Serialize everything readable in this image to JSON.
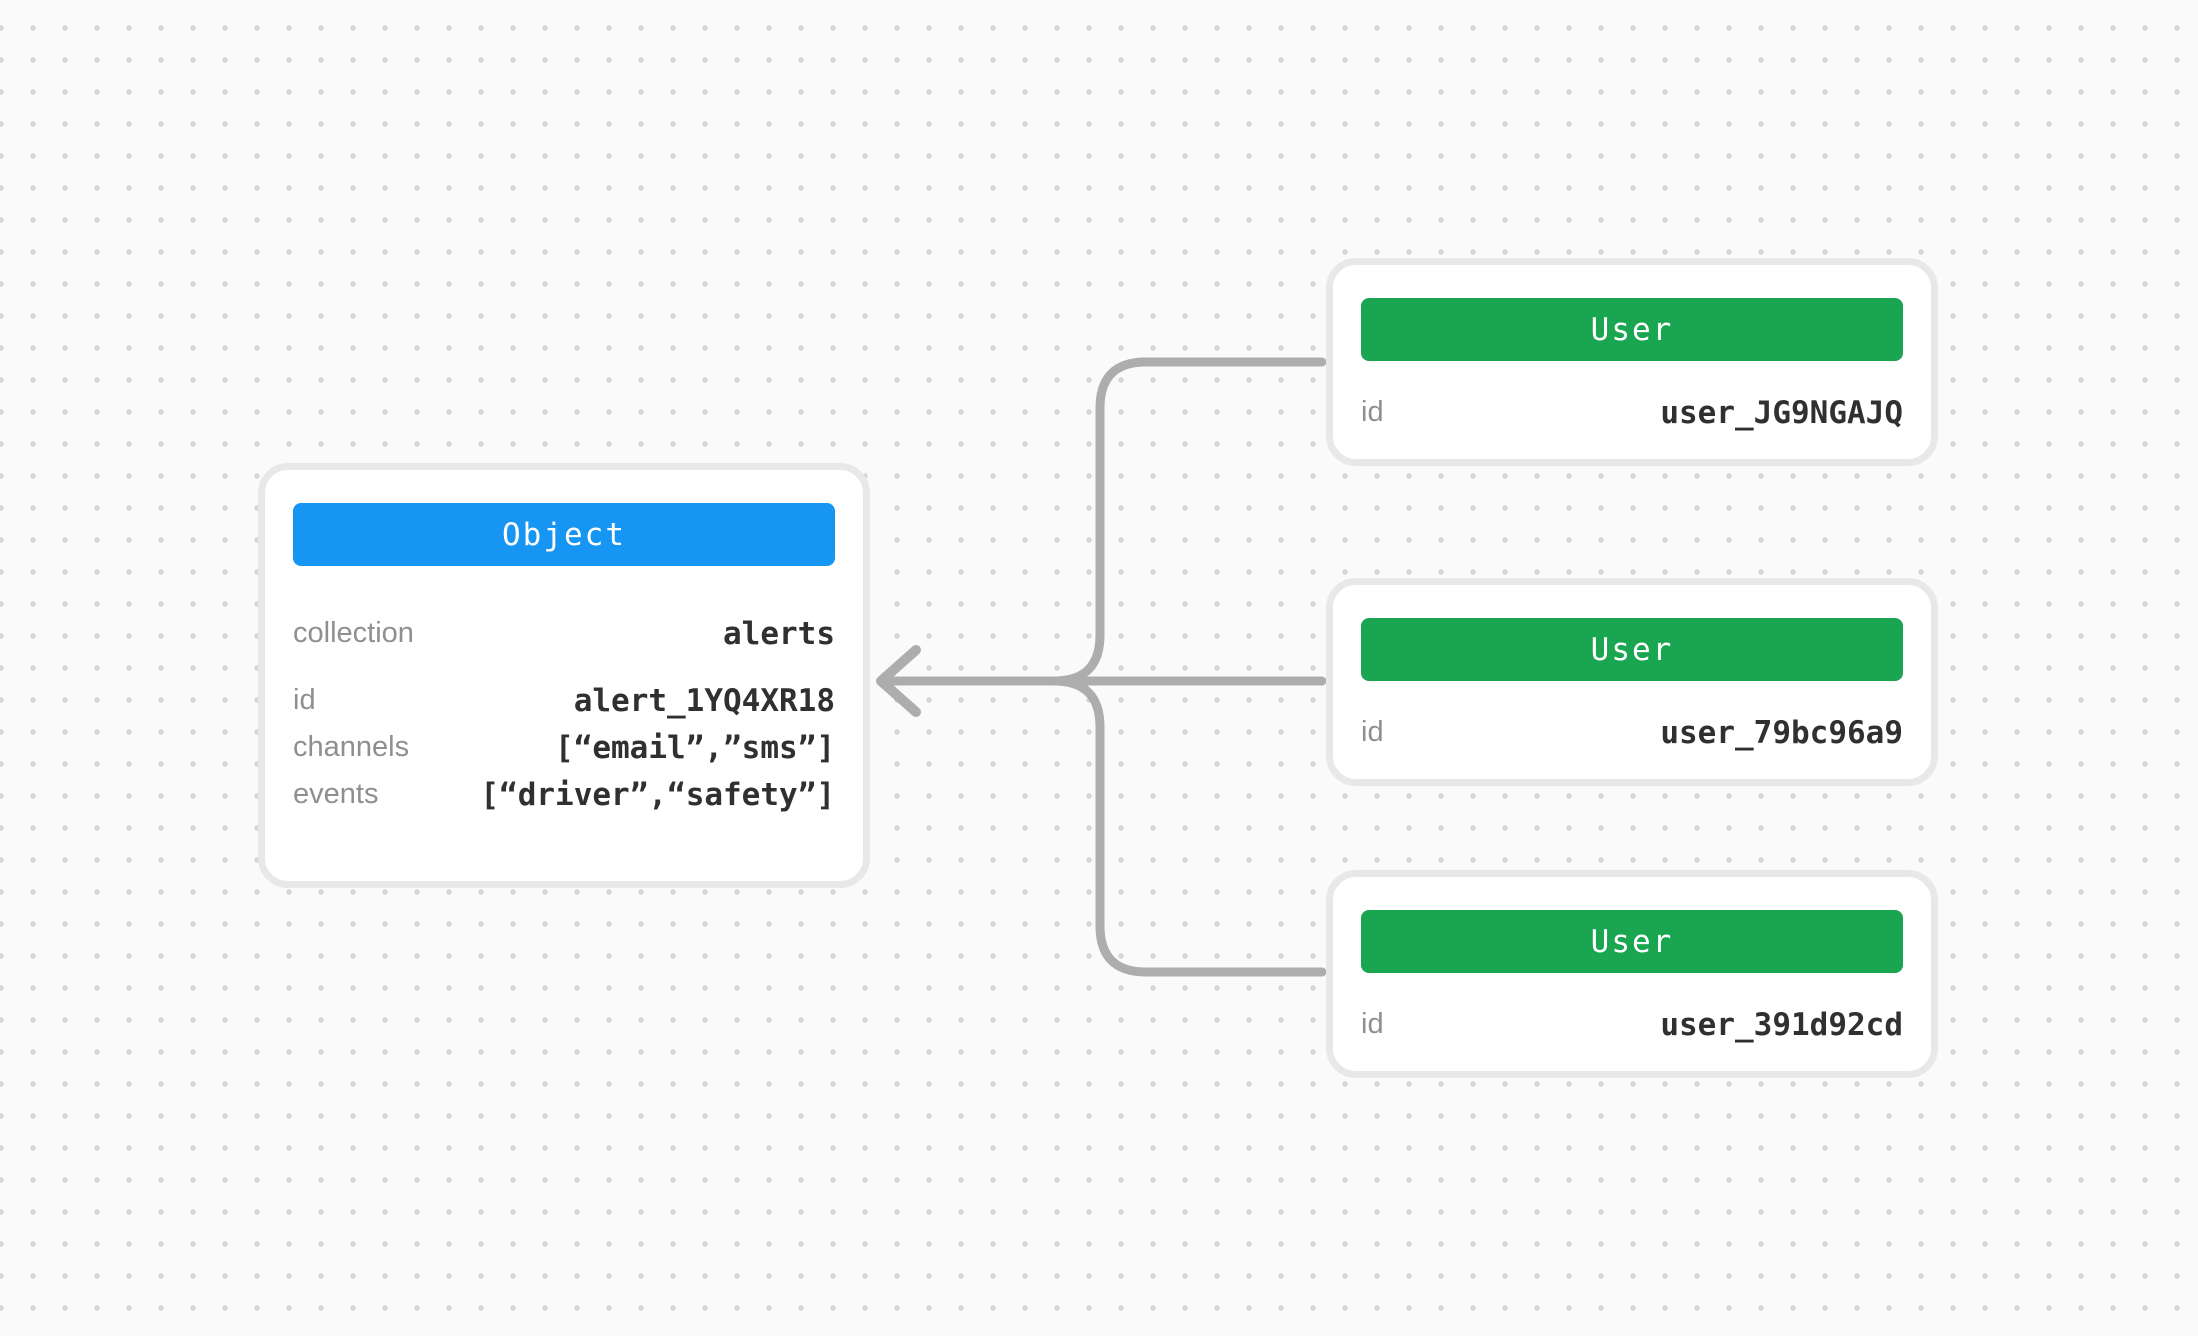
{
  "canvas": {
    "background": "#fafafa",
    "dot_color": "#d6d6d6"
  },
  "object_card": {
    "header": {
      "label": "Object",
      "color": "#1795f2"
    },
    "fields": [
      {
        "label": "collection",
        "value": "alerts"
      },
      {
        "label": "id",
        "value": "alert_1YQ4XR18"
      },
      {
        "label": "channels",
        "value": "[“email”,”sms”]"
      },
      {
        "label": "events",
        "value": "[“driver”,“safety”]"
      }
    ]
  },
  "user_cards": [
    {
      "header": {
        "label": "User",
        "color": "#1aa550"
      },
      "fields": [
        {
          "label": "id",
          "value": "user_JG9NGAJQ"
        }
      ]
    },
    {
      "header": {
        "label": "User",
        "color": "#1aa550"
      },
      "fields": [
        {
          "label": "id",
          "value": "user_79bc96a9"
        }
      ]
    },
    {
      "header": {
        "label": "User",
        "color": "#1aa550"
      },
      "fields": [
        {
          "label": "id",
          "value": "user_391d92cd"
        }
      ]
    }
  ],
  "connector": {
    "color": "#adadad"
  }
}
